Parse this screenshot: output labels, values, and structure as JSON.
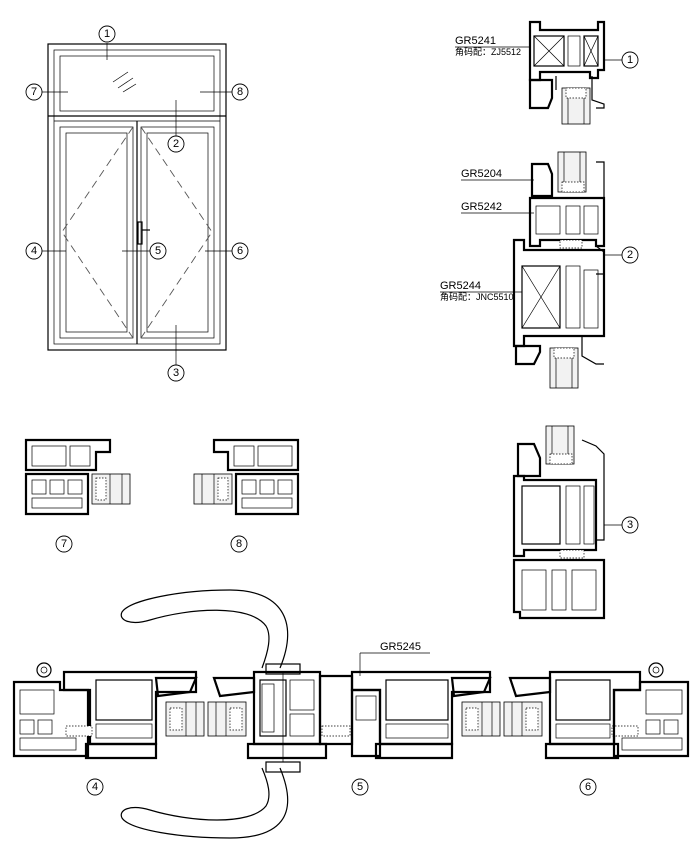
{
  "elevation": {
    "callouts": [
      "1",
      "2",
      "3",
      "4",
      "5",
      "6",
      "7",
      "8"
    ]
  },
  "sections": {
    "s1": {
      "number": "1",
      "code": "GR5241",
      "note": "角码配：ZJ5512"
    },
    "s2": {
      "number": "2",
      "code_top": "GR5204",
      "code_mid": "GR5242",
      "code_bot": "GR5244",
      "note": "角码配：JNC5510"
    },
    "s3": {
      "number": "3"
    },
    "s7": {
      "number": "7"
    },
    "s8": {
      "number": "8"
    },
    "s4": {
      "number": "4"
    },
    "s5": {
      "number": "5",
      "code": "GR5245"
    },
    "s6": {
      "number": "6"
    }
  },
  "colors": {
    "line": "#000000",
    "dash": "#555555",
    "glass": "#f2f2f2"
  }
}
